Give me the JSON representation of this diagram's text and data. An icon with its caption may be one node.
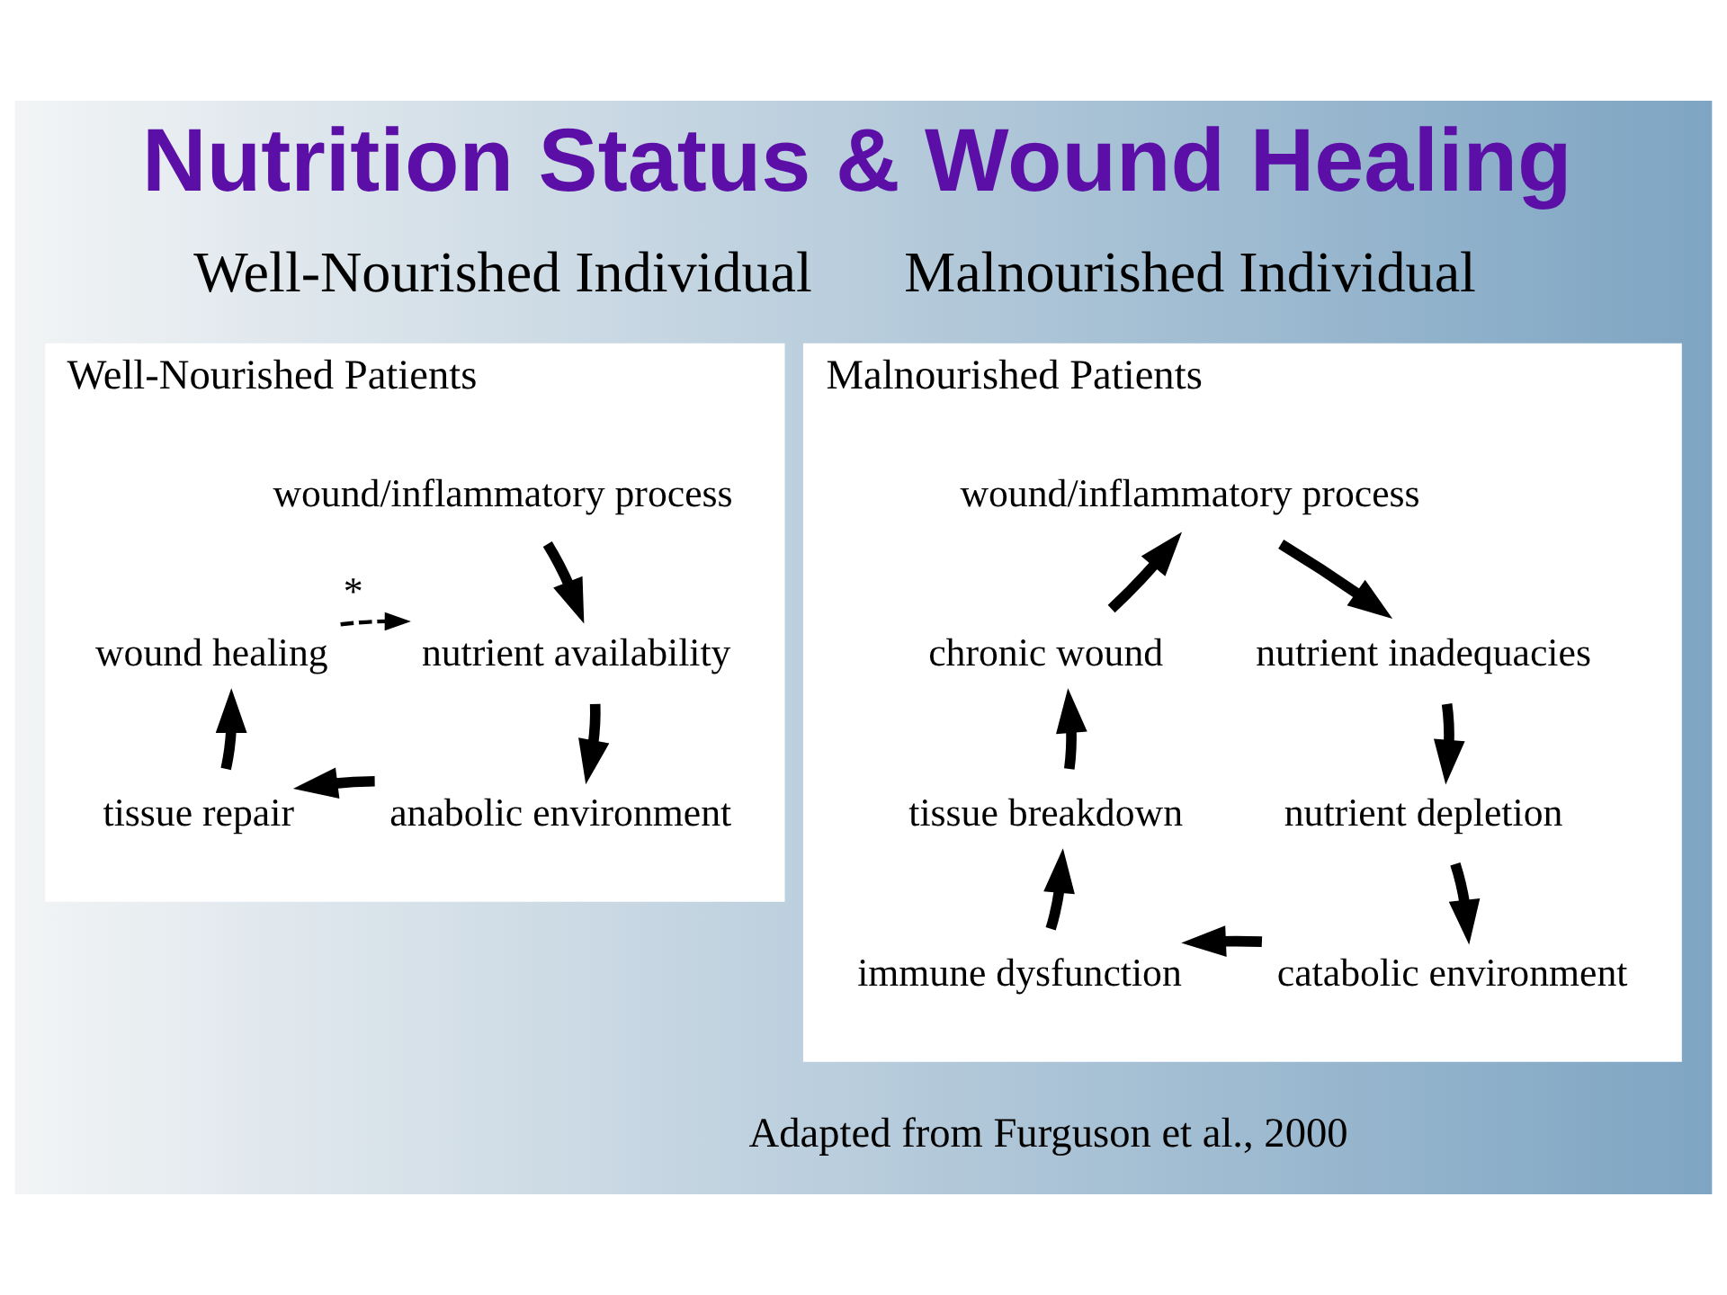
{
  "diagram": {
    "title": "Nutrition Status & Wound Healing",
    "caption": "Adapted from Furguson et al., 2000",
    "nodes": [
      {
        "text": [
          "Well-Nourished Patients"
        ]
      },
      {
        "text": [
          "wound/inflammatory process"
        ],
        "in": 0
      },
      {
        "text": [
          "wound healing"
        ],
        "in": 0
      },
      {
        "text": [
          "nutrient availability"
        ],
        "in": 0
      },
      {
        "text": [
          "tissue repair"
        ],
        "in": 0
      },
      {
        "text": [
          "anabolic environment"
        ],
        "in": 0
      },
      {
        "text": [
          "Malnourished Patients"
        ]
      },
      {
        "text": [
          "wound/inflammatory process"
        ],
        "in": 6
      },
      {
        "text": [
          "chronic wound"
        ],
        "in": 6
      },
      {
        "text": [
          "nutrient inadequacies"
        ],
        "in": 6
      },
      {
        "text": [
          "tissue breakdown"
        ],
        "in": 6
      },
      {
        "text": [
          "nutrient depletion"
        ],
        "in": 6
      },
      {
        "text": [
          "immune dysfunction"
        ],
        "in": 6
      },
      {
        "text": [
          "catabolic environment"
        ],
        "in": 6
      }
    ],
    "edges": [
      {
        "from": 1,
        "to": 3,
        "arrow": "to"
      },
      {
        "from": 3,
        "to": 5,
        "arrow": "to"
      },
      {
        "from": 5,
        "to": 4,
        "arrow": "to"
      },
      {
        "from": 4,
        "to": 2,
        "arrow": "to"
      },
      {
        "from": 2,
        "to": 3,
        "arrow": "to",
        "label": "*",
        "style": "dashed"
      },
      {
        "from": 7,
        "to": 9,
        "arrow": "to"
      },
      {
        "from": 9,
        "to": 11,
        "arrow": "to"
      },
      {
        "from": 11,
        "to": 13,
        "arrow": "to"
      },
      {
        "from": 13,
        "to": 12,
        "arrow": "to"
      },
      {
        "from": 12,
        "to": 10,
        "arrow": "to"
      },
      {
        "from": 10,
        "to": 8,
        "arrow": "to"
      },
      {
        "from": 8,
        "to": 7,
        "arrow": "to"
      }
    ],
    "labels": [
      "Well-Nourished Individual",
      "Malnourished Individual"
    ]
  }
}
